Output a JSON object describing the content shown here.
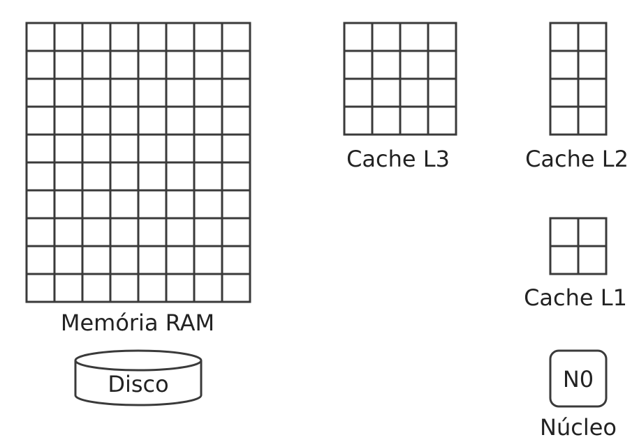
{
  "components": {
    "ram": {
      "label": "Memória RAM",
      "cols": 8,
      "rows": 10
    },
    "l3": {
      "label": "Cache L3",
      "cols": 4,
      "rows": 4
    },
    "l2": {
      "label": "Cache L2",
      "cols": 2,
      "rows": 4
    },
    "l1": {
      "label": "Cache L1",
      "cols": 2,
      "rows": 2
    },
    "disk": {
      "label": "Disco"
    },
    "core": {
      "id_label": "N0",
      "label": "Núcleo"
    }
  },
  "colors": {
    "stroke": "#3a3a3a",
    "text": "#222222",
    "background": "#ffffff"
  }
}
